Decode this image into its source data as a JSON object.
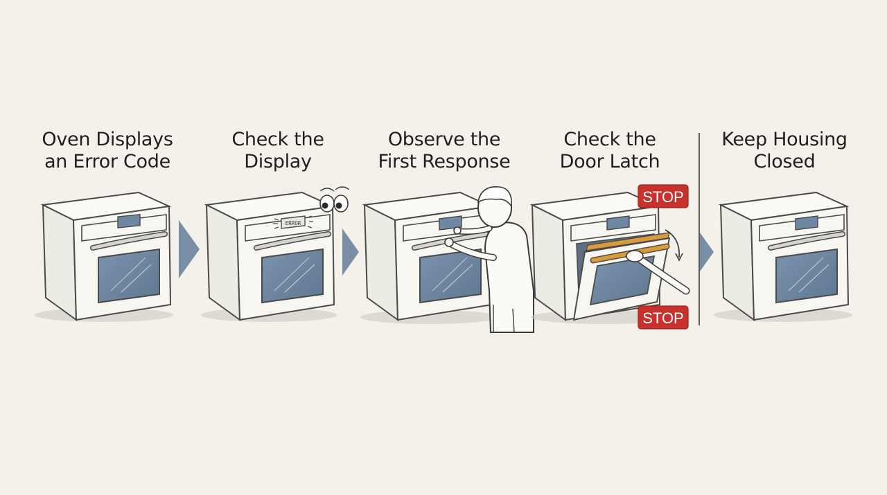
{
  "steps": [
    {
      "line1": "Oven Displays",
      "line2": "an Error Code"
    },
    {
      "line1": "Check the",
      "line2": "Display",
      "display_text": "ERROR"
    },
    {
      "line1": "Observe the",
      "line2": "First Response"
    },
    {
      "line1": "Check the",
      "line2": "Door Latch"
    },
    {
      "line1": "Keep Housing",
      "line2": "Closed"
    }
  ],
  "stop_labels": {
    "top": "STOP",
    "bottom": "STOP"
  },
  "colors": {
    "background": "#f3f1ea",
    "oven_body": "#f7f6f1",
    "outline": "#4a4a4a",
    "glass": "#6f87a2",
    "arrow": "#7a8ea6",
    "stop": "#c8322c",
    "handle_highlight": "#d99a3c"
  }
}
